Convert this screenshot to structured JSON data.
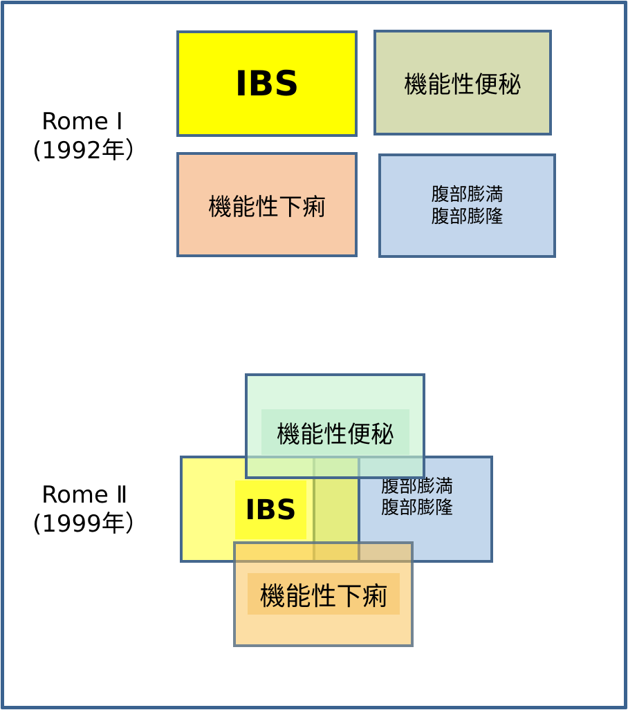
{
  "figure": {
    "background": "#FFFFFF",
    "frame_border_color": "#3A628F",
    "box_border_color": "#44678E"
  },
  "sections": [
    {
      "name": "Rome I",
      "label_line1": "Rome Ⅰ",
      "label_line2": "(1992年）",
      "boxes": [
        {
          "key": "ibs",
          "label": "IBS",
          "fill": "#FFFF00"
        },
        {
          "key": "functional-constipation",
          "label": "機能性便秘",
          "fill": "#D6DCB2"
        },
        {
          "key": "functional-diarrhea",
          "label": "機能性下痢",
          "fill": "#F8CBA8"
        },
        {
          "key": "abdominal-bloating",
          "label_line1": "腹部膨満",
          "label_line2": "腹部膨隆",
          "fill": "#C3D6EC"
        }
      ]
    },
    {
      "name": "Rome II",
      "label_line1": "Rome Ⅱ",
      "label_line2": "(1999年）",
      "boxes": [
        {
          "key": "abdominal-bloating",
          "label_line1": "腹部膨満",
          "label_line2": "腹部膨隆",
          "fill": "#C3D7EC"
        },
        {
          "key": "ibs",
          "label": "IBS",
          "fill": "rgba(255,255,40,0.55)",
          "label_fill": "#FFFF3C"
        },
        {
          "key": "functional-constipation",
          "label": "機能性便秘",
          "fill": "rgba(198,242,206,0.62)",
          "label_fill": "#C8EFD3"
        },
        {
          "key": "functional-diarrhea",
          "label": "機能性下痢",
          "fill": "rgba(249,194,90,0.55)",
          "label_fill": "#F8CE7E",
          "border_color": "rgba(62,98,140,0.72)"
        }
      ]
    }
  ]
}
